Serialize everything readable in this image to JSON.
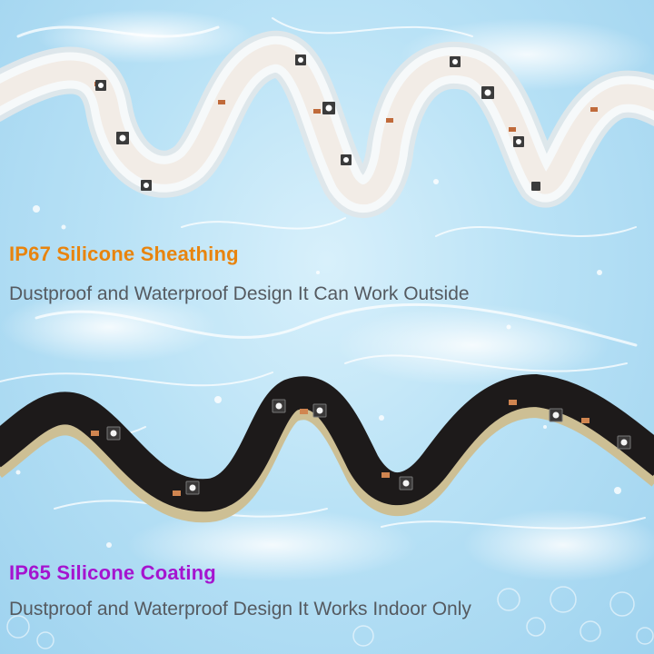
{
  "sections": [
    {
      "title": "IP67 Silicone Sheathing",
      "description": "Dustproof and Waterproof Design It Can Work Outside",
      "title_color": "#e8840e"
    },
    {
      "title": "IP65 Silicone Coating",
      "description": "Dustproof and Waterproof Design It Works Indoor Only",
      "title_color": "#a514cf"
    }
  ],
  "colors": {
    "water": "#b9e2f6",
    "silicone_sheath": "#eef3f4",
    "black_strip": "#1d1a1a",
    "adhesive_backing": "#cdbf94"
  }
}
